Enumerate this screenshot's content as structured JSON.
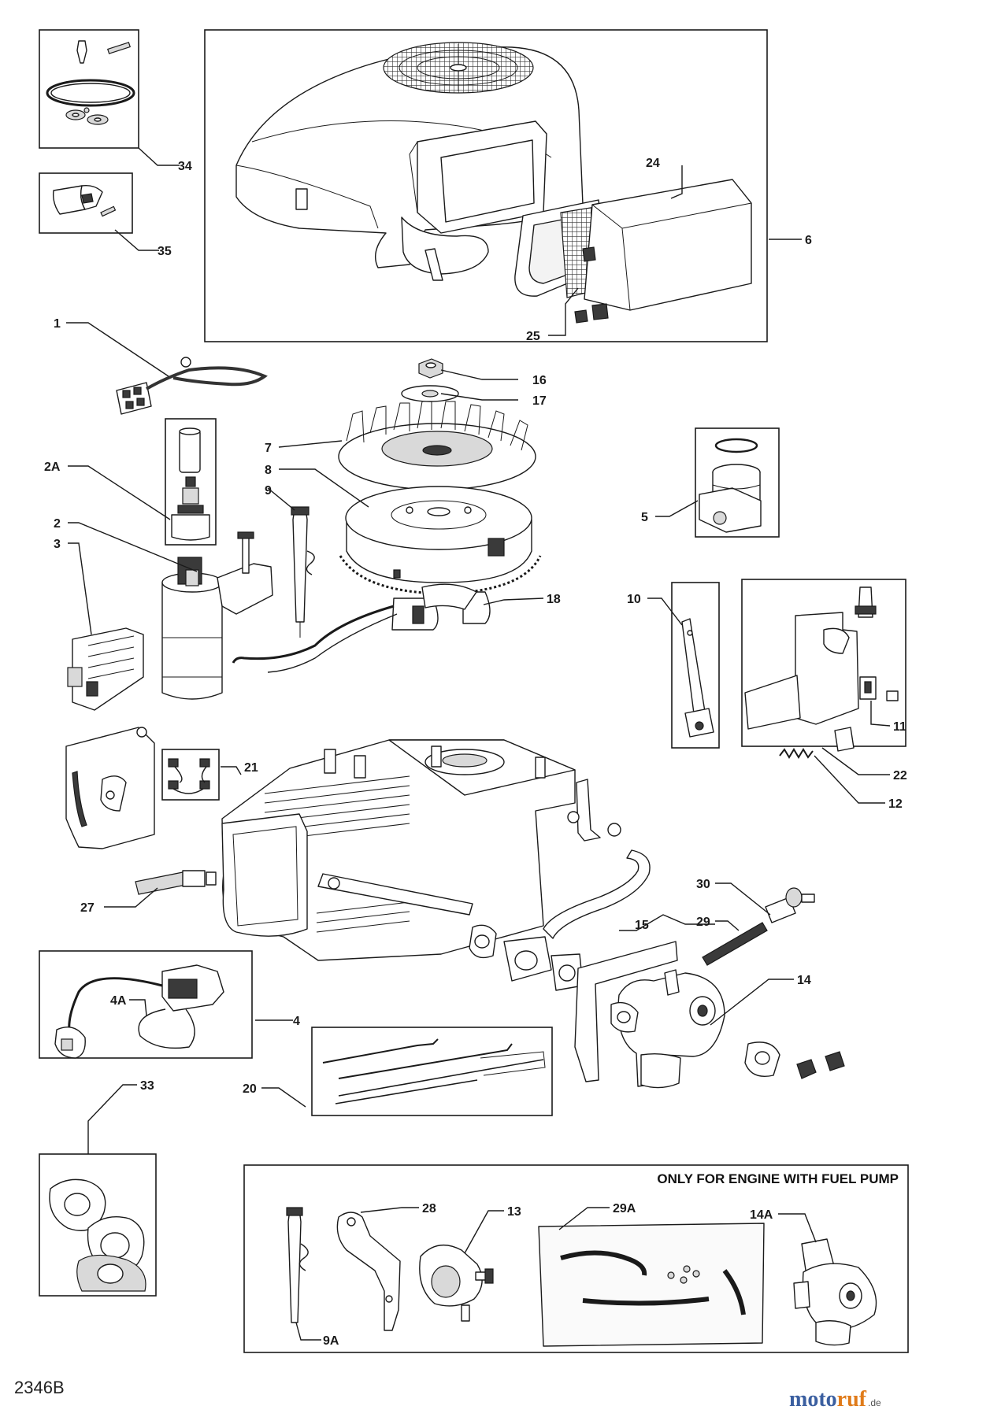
{
  "diagram": {
    "code": "2346B",
    "note": "ONLY FOR ENGINE WITH FUEL PUMP",
    "callouts": [
      {
        "id": "34"
      },
      {
        "id": "35"
      },
      {
        "id": "24"
      },
      {
        "id": "6"
      },
      {
        "id": "25"
      },
      {
        "id": "1"
      },
      {
        "id": "16"
      },
      {
        "id": "17"
      },
      {
        "id": "7"
      },
      {
        "id": "8"
      },
      {
        "id": "2A"
      },
      {
        "id": "9"
      },
      {
        "id": "5"
      },
      {
        "id": "2"
      },
      {
        "id": "3"
      },
      {
        "id": "18"
      },
      {
        "id": "10"
      },
      {
        "id": "11"
      },
      {
        "id": "21"
      },
      {
        "id": "22"
      },
      {
        "id": "12"
      },
      {
        "id": "30"
      },
      {
        "id": "27"
      },
      {
        "id": "29"
      },
      {
        "id": "15"
      },
      {
        "id": "14"
      },
      {
        "id": "4A"
      },
      {
        "id": "4"
      },
      {
        "id": "33"
      },
      {
        "id": "20"
      },
      {
        "id": "28"
      },
      {
        "id": "13"
      },
      {
        "id": "29A"
      },
      {
        "id": "14A"
      },
      {
        "id": "9A"
      }
    ]
  },
  "brand": {
    "name_left": "moto",
    "name_right": "ruf",
    "suffix": ".de",
    "color_left": "#3b5fa0",
    "color_right": "#e07b1a"
  },
  "colors": {
    "line": "#1a1a1a",
    "paper": "#ffffff"
  }
}
